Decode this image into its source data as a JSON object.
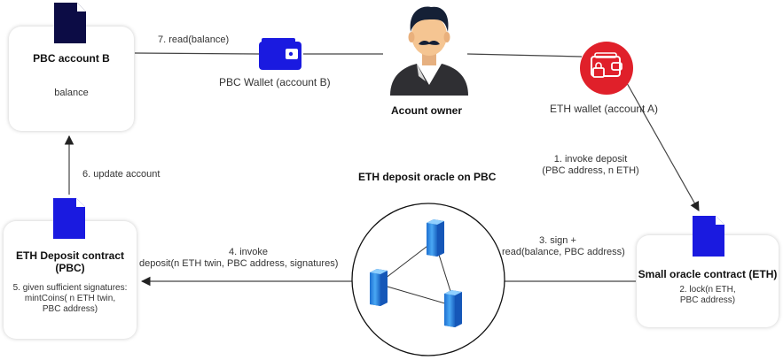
{
  "nodes": {
    "pbc_account_b": {
      "title": "PBC account B",
      "field": "balance"
    },
    "pbc_wallet": {
      "label": "PBC Wallet (account B)"
    },
    "account_owner": {
      "label": "Acount owner"
    },
    "eth_wallet": {
      "label": "ETH wallet (account A)"
    },
    "deposit_contract": {
      "title_line1": "ETH Deposit contract",
      "title_line2": "(PBC)",
      "note_line1": "5. given sufficient signatures:",
      "note_line2": "mintCoins( n ETH twin,",
      "note_line3": "PBC address)"
    },
    "oracle_network": {
      "title": "ETH deposit oracle on PBC"
    },
    "small_oracle": {
      "title": "Small oracle contract (ETH)",
      "note_line1": "2. lock(n ETH,",
      "note_line2": "PBC address)"
    }
  },
  "edges": {
    "step1_line1": "1. invoke deposit",
    "step1_line2": "(PBC address, n ETH)",
    "step3_line1": "3. sign +",
    "step3_line2": "read(balance, PBC address)",
    "step4_line1": "4. invoke",
    "step4_line2": "deposit(n ETH twin, PBC address, signatures)",
    "step6": "6. update account",
    "step7": "7. read(balance)"
  },
  "colors": {
    "document_blue": "#1a1ae0",
    "document_navy": "#0c0c45",
    "wallet_blue": "#1a1ae0",
    "wallet_red": "#e0202a",
    "server_blue": "#2a8ee8",
    "arrow": "#444444"
  },
  "icons": {
    "document": "document-icon",
    "wallet": "wallet-icon",
    "lock_wallet": "locked-wallet-icon",
    "person": "person-icon",
    "server": "server-icon"
  }
}
